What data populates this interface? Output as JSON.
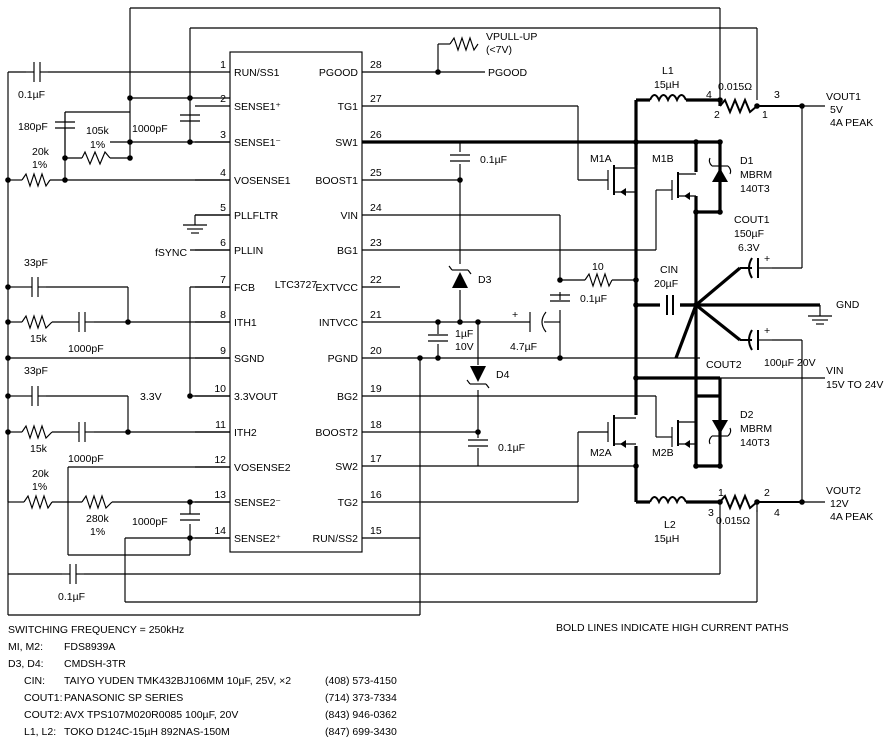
{
  "ic": {
    "name": "LTC3727",
    "pins_left": [
      {
        "num": "1",
        "name": "RUN/SS1"
      },
      {
        "num": "2",
        "name": "SENSE1⁺"
      },
      {
        "num": "3",
        "name": "SENSE1⁻"
      },
      {
        "num": "4",
        "name": "VOSENSE1"
      },
      {
        "num": "5",
        "name": "PLLFLTR"
      },
      {
        "num": "6",
        "name": "PLLIN"
      },
      {
        "num": "7",
        "name": "FCB"
      },
      {
        "num": "8",
        "name": "ITH1"
      },
      {
        "num": "9",
        "name": "SGND"
      },
      {
        "num": "10",
        "name": "3.3VOUT"
      },
      {
        "num": "11",
        "name": "ITH2"
      },
      {
        "num": "12",
        "name": "VOSENSE2"
      },
      {
        "num": "13",
        "name": "SENSE2⁻"
      },
      {
        "num": "14",
        "name": "SENSE2⁺"
      }
    ],
    "pins_right": [
      {
        "num": "28",
        "name": "PGOOD"
      },
      {
        "num": "27",
        "name": "TG1"
      },
      {
        "num": "26",
        "name": "SW1"
      },
      {
        "num": "25",
        "name": "BOOST1"
      },
      {
        "num": "24",
        "name": "VIN"
      },
      {
        "num": "23",
        "name": "BG1"
      },
      {
        "num": "22",
        "name": "EXTVCC"
      },
      {
        "num": "21",
        "name": "INTVCC"
      },
      {
        "num": "20",
        "name": "PGND"
      },
      {
        "num": "19",
        "name": "BG2"
      },
      {
        "num": "18",
        "name": "BOOST2"
      },
      {
        "num": "17",
        "name": "SW2"
      },
      {
        "num": "16",
        "name": "TG2"
      },
      {
        "num": "15",
        "name": "RUN/SS2"
      }
    ]
  },
  "components": {
    "c_run1": "0.1µF",
    "c_180": "180pF",
    "r_105k": "105k",
    "r_105k_tol": "1%",
    "c_1000_sense1": "1000pF",
    "r_20k_1": "20k",
    "r_20k_1_tol": "1%",
    "fsync": "fSYNC",
    "c_33_1": "33pF",
    "r_15k_1": "15k",
    "c_1000_ith1": "1000pF",
    "v33": "3.3V",
    "c_33_2": "33pF",
    "r_15k_2": "15k",
    "c_1000_ith2": "1000pF",
    "r_20k_2": "20k",
    "r_20k_2_tol": "1%",
    "r_280k": "280k",
    "r_280k_tol": "1%",
    "c_1000_sense2": "1000pF",
    "c_run2": "0.1µF",
    "vpullup": "VPULL-UP",
    "vpullup_note": "(<7V)",
    "pgood": "PGOOD",
    "c_boost1": "0.1µF",
    "d3": "D3",
    "r_10": "10",
    "c_vin": "0.1µF",
    "c_intvcc": "1µF",
    "c_intvcc_v": "10V",
    "c_47": "4.7µF",
    "d4": "D4",
    "c_boost2": "0.1µF",
    "l1": "L1",
    "l1_val": "15µH",
    "rs1": "0.015Ω",
    "l2": "L2",
    "l2_val": "15µH",
    "rs2": "0.015Ω",
    "m1a": "M1A",
    "m1b": "M1B",
    "m2a": "M2A",
    "m2b": "M2B",
    "d1": "D1",
    "d1_part": "MBRM",
    "d1_part2": "140T3",
    "d2": "D2",
    "d2_part": "MBRM",
    "d2_part2": "140T3",
    "cout1": "COUT1",
    "cout1_val": "150µF",
    "cout1_v": "6.3V",
    "cin": "CIN",
    "cin_val": "20µF",
    "cout2": "COUT2",
    "cout2_val": "100µF 20V",
    "gnd": "GND",
    "vout1": "VOUT1",
    "vout1_v": "5V",
    "vout1_peak": "4A PEAK",
    "vin": "VIN",
    "vin_range": "15V TO 24V",
    "vout2": "VOUT2",
    "vout2_v": "12V",
    "vout2_peak": "4A PEAK",
    "rs1_pin4": "4",
    "rs1_pin3": "3",
    "rs1_pin2": "2",
    "rs1_pin1": "1",
    "rs2_pin1": "1",
    "rs2_pin2": "2",
    "rs2_pin3": "3",
    "rs2_pin4": "4"
  },
  "notes": {
    "switching": "SWITCHING FREQUENCY = 250kHz",
    "bold_note": "BOLD LINES INDICATE HIGH CURRENT PATHS",
    "parts": [
      {
        "ref": "MI, M2:",
        "desc": "FDS8939A",
        "phone": ""
      },
      {
        "ref": "D3, D4:",
        "desc": "CMDSH-3TR",
        "phone": ""
      },
      {
        "ref": "CIN:",
        "desc": "TAIYO YUDEN TMK432BJ106MM 10µF, 25V, ×2",
        "phone": "(408) 573-4150"
      },
      {
        "ref": "COUT1:",
        "desc": "PANASONIC SP SERIES",
        "phone": "(714) 373-7334"
      },
      {
        "ref": "COUT2:",
        "desc": "AVX TPS107M020R0085 100µF, 20V",
        "phone": "(843) 946-0362"
      },
      {
        "ref": "L1, L2:",
        "desc": "TOKO D124C-15µH 892NAS-150M",
        "phone": "(847) 699-3430"
      }
    ]
  }
}
